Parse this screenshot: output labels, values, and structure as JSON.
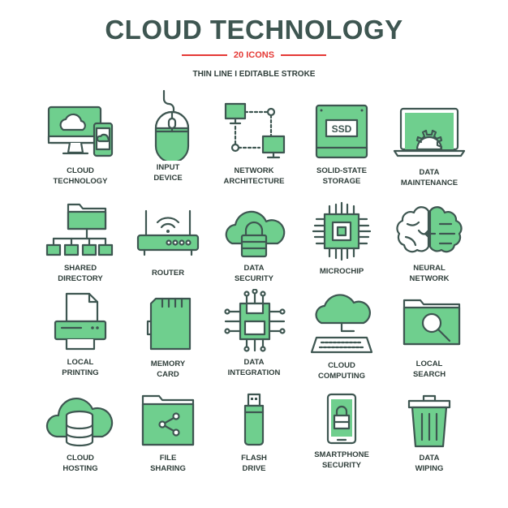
{
  "header": {
    "title": "CLOUD TECHNOLOGY",
    "subtitle": "20 ICONS",
    "caption": "THIN LINE I EDITABLE STROKE"
  },
  "colors": {
    "accent_green": "#6fcf8e",
    "outline": "#3e5651",
    "subtitle_red": "#e53935"
  },
  "icons": [
    {
      "icon": "cloud-technology-icon",
      "line1": "CLOUD",
      "line2": "TECHNOLOGY"
    },
    {
      "icon": "input-device-icon",
      "line1": "INPUT",
      "line2": "DEVICE"
    },
    {
      "icon": "network-architecture-icon",
      "line1": "NETWORK",
      "line2": "ARCHITECTURE"
    },
    {
      "icon": "solid-state-storage-icon",
      "line1": "SOLID-STATE",
      "line2": "STORAGE",
      "badge": "SSD"
    },
    {
      "icon": "data-maintenance-icon",
      "line1": "DATA",
      "line2": "MAINTENANCE"
    },
    {
      "icon": "shared-directory-icon",
      "line1": "SHARED",
      "line2": "DIRECTORY"
    },
    {
      "icon": "router-icon",
      "line1": "ROUTER",
      "line2": ""
    },
    {
      "icon": "data-security-icon",
      "line1": "DATA",
      "line2": "SECURITY"
    },
    {
      "icon": "microchip-icon",
      "line1": "MICROCHIP",
      "line2": ""
    },
    {
      "icon": "neural-network-icon",
      "line1": "NEURAL",
      "line2": "NETWORK"
    },
    {
      "icon": "local-printing-icon",
      "line1": "LOCAL",
      "line2": "PRINTING"
    },
    {
      "icon": "memory-card-icon",
      "line1": "MEMORY",
      "line2": "CARD"
    },
    {
      "icon": "data-integration-icon",
      "line1": "DATA",
      "line2": "INTEGRATION"
    },
    {
      "icon": "cloud-computing-icon",
      "line1": "CLOUD",
      "line2": "COMPUTING"
    },
    {
      "icon": "local-search-icon",
      "line1": "LOCAL",
      "line2": "SEARCH"
    },
    {
      "icon": "cloud-hosting-icon",
      "line1": "CLOUD",
      "line2": "HOSTING"
    },
    {
      "icon": "file-sharing-icon",
      "line1": "FILE",
      "line2": "SHARING"
    },
    {
      "icon": "flash-drive-icon",
      "line1": "FLASH",
      "line2": "DRIVE"
    },
    {
      "icon": "smartphone-security-icon",
      "line1": "SMARTPHONE",
      "line2": "SECURITY"
    },
    {
      "icon": "data-wiping-icon",
      "line1": "DATA",
      "line2": "WIPING"
    }
  ]
}
